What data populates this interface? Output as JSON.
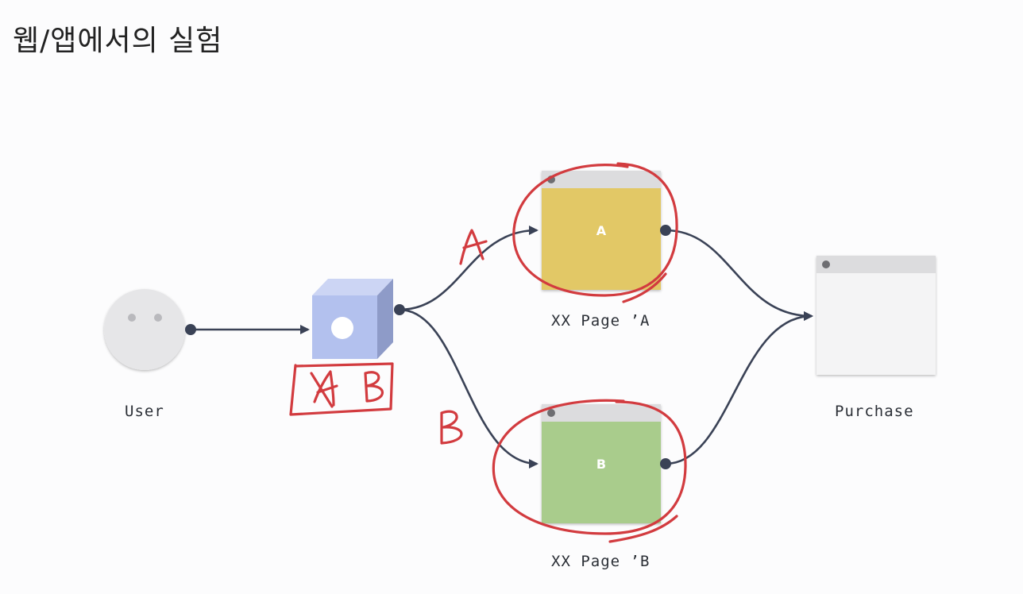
{
  "title": "웹/앱에서의 실험",
  "nodes": {
    "user": {
      "label": "User"
    },
    "splitter": {
      "annotation_left": "A",
      "annotation_right": "B"
    },
    "page_a": {
      "letter": "A",
      "label": "XX Page ’A",
      "color": "#e2c866"
    },
    "page_b": {
      "letter": "B",
      "label": "XX Page ’B",
      "color": "#a9cc8c"
    },
    "purchase": {
      "label": "Purchase"
    }
  },
  "branch_annotations": {
    "upper": "A",
    "lower": "B"
  },
  "colors": {
    "connector": "#3a4256",
    "handwriting": "#d23b3f",
    "splitter_cube": "#b3c1ee"
  }
}
